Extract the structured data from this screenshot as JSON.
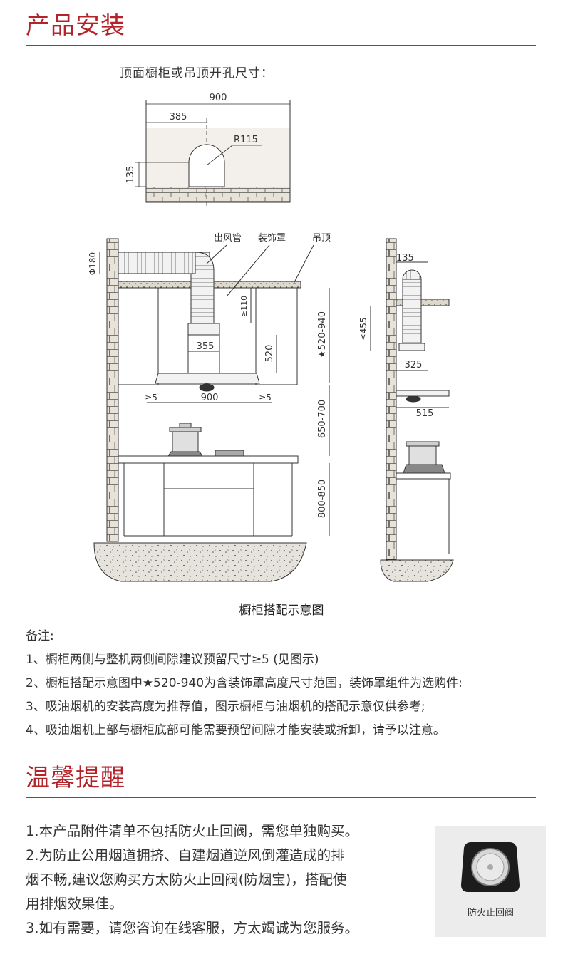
{
  "section1": {
    "title": "产品安装"
  },
  "top_diagram": {
    "subtitle": "顶面橱柜或吊顶开孔尺寸：",
    "dim_width": "900",
    "dim_offset": "385",
    "dim_radius": "R115",
    "dim_height": "135"
  },
  "front_view": {
    "labels": {
      "duct": "出风管",
      "cover": "装饰罩",
      "ceiling": "吊顶"
    },
    "dims": {
      "duct_dia": "Φ180",
      "gap_min": "≥110",
      "cover_width": "355",
      "cover_height": "520",
      "range_height": "★520-940",
      "hood_width": "900",
      "gap_left": "≥5",
      "gap_right": "≥5",
      "hood_height": "650-700",
      "counter_height": "800-850"
    }
  },
  "side_view": {
    "dims": {
      "duct": "135",
      "height": "≤455",
      "cover_depth": "325",
      "hood_depth": "515"
    }
  },
  "caption": "橱柜搭配示意图",
  "notes": {
    "heading": "备注:",
    "items": [
      "1、橱柜两侧与整机两侧间隙建议预留尺寸≥5 (见图示)",
      "2、橱柜搭配示意图中★520-940为含装饰罩高度尺寸范围，装饰罩组件为选购件:",
      "3、吸油烟机的安装高度为推荐值，图示橱柜与油烟机的搭配示意仅供参考;",
      "4、吸油烟机上部与橱柜底部可能需要预留间隙才能安装或拆卸，请予以注意。"
    ]
  },
  "section2": {
    "title": "温馨提醒"
  },
  "tips": {
    "lines": [
      "1.本产品附件清单不包括防火止回阀，需您单独购买。",
      "2.为防止公用烟道拥挤、自建烟道逆风倒灌造成的排",
      "烟不畅,建议您购买方太防火止回阀(防烟宝)，搭配使",
      "用排烟效果佳。",
      "3.如有需要，请您咨询在线客服，方太竭诚为您服务。"
    ]
  },
  "product": {
    "label": "防火止回阀"
  },
  "colors": {
    "accent": "#b3232a",
    "line": "#333333",
    "wall": "#e8e2d8",
    "product_bg": "#ececec"
  }
}
